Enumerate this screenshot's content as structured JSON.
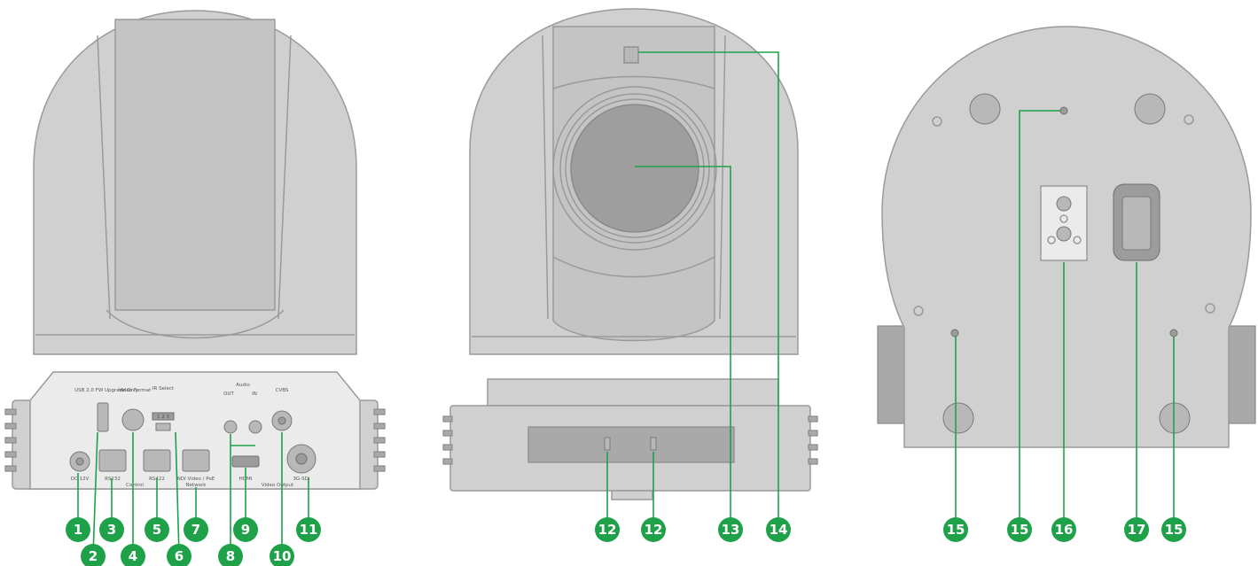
{
  "views": {
    "rear": {
      "port_labels": {
        "usb": "USB 2.0 FW Upgrade Only",
        "video_format": "Video Format",
        "ir_select": "IR Select",
        "ir_positions": "1 2 3",
        "audio": "Audio",
        "audio_out": "OUT",
        "audio_in": "IN",
        "cvbs": "CVBS",
        "dc": "DC 12V",
        "rs232": "RS232",
        "rs422": "RS422",
        "control": "Control",
        "ndi": "NDI Video / PoE",
        "network": "Network",
        "hdmi": "HDMI",
        "video_output": "Video Output",
        "sdi": "3G-SDI"
      }
    }
  },
  "callouts": [
    {
      "id": "c1",
      "number": "1"
    },
    {
      "id": "c2",
      "number": "2"
    },
    {
      "id": "c3",
      "number": "3"
    },
    {
      "id": "c4",
      "number": "4"
    },
    {
      "id": "c5",
      "number": "5"
    },
    {
      "id": "c6",
      "number": "6"
    },
    {
      "id": "c7",
      "number": "7"
    },
    {
      "id": "c8",
      "number": "8"
    },
    {
      "id": "c9",
      "number": "9"
    },
    {
      "id": "c10",
      "number": "10"
    },
    {
      "id": "c11",
      "number": "11"
    },
    {
      "id": "c12a",
      "number": "12"
    },
    {
      "id": "c12b",
      "number": "12"
    },
    {
      "id": "c13",
      "number": "13"
    },
    {
      "id": "c14",
      "number": "14"
    },
    {
      "id": "c15a",
      "number": "15"
    },
    {
      "id": "c15b",
      "number": "15"
    },
    {
      "id": "c16",
      "number": "16"
    },
    {
      "id": "c17",
      "number": "17"
    },
    {
      "id": "c15c",
      "number": "15"
    }
  ],
  "colors": {
    "callout_green": "#1fa14a",
    "body_gray": "#d0d0d0",
    "outline_gray": "#9a9a9a"
  }
}
